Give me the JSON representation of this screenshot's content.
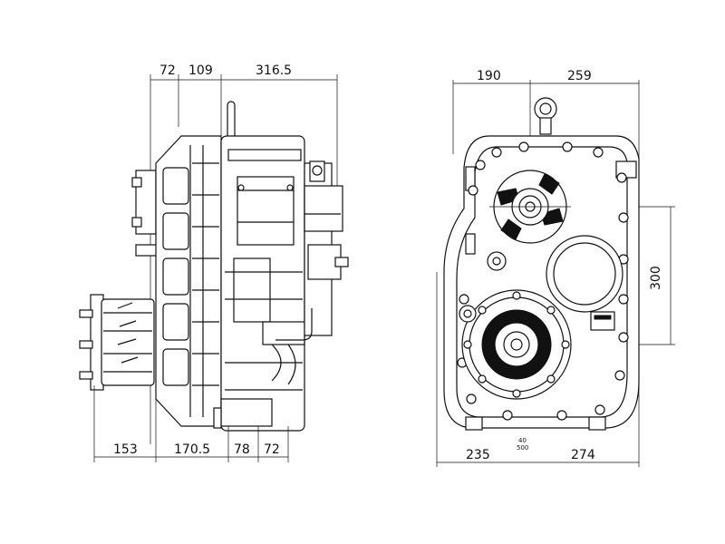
{
  "side_view": {
    "top_dims": [
      "72",
      "109",
      "316.5"
    ],
    "bottom_dims": [
      "153",
      "170.5",
      "78",
      "72"
    ]
  },
  "front_view": {
    "top_dims": [
      "190",
      "259"
    ],
    "right_dim": "300",
    "bottom_dims": [
      "235",
      "274"
    ],
    "small_labels": [
      "40",
      "500"
    ]
  }
}
